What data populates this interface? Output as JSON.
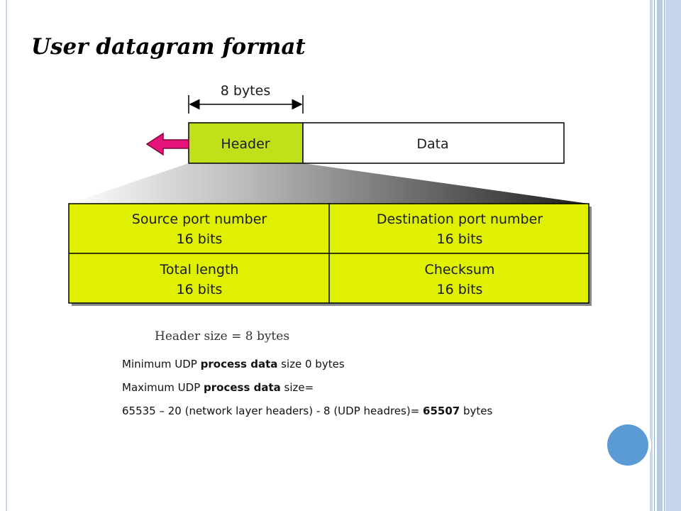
{
  "title": "User datagram format",
  "diagram": {
    "span_label": "8 bytes",
    "header_label": "Header",
    "data_label": "Data",
    "colors": {
      "field_fill": "#dff000",
      "header_fill": "#c0e01a",
      "arrow": "#e5137a"
    },
    "fields": [
      {
        "name": "Source port number",
        "size": "16 bits"
      },
      {
        "name": "Destination port number",
        "size": "16 bits"
      },
      {
        "name": "Total length",
        "size": "16 bits"
      },
      {
        "name": "Checksum",
        "size": "16 bits"
      }
    ]
  },
  "caption": "Header size = 8 bytes",
  "notes": {
    "line1_pre": "Minimum UDP ",
    "line1_bold": "process data",
    "line1_post": " size 0 bytes",
    "line2_pre": "Maximum UDP ",
    "line2_bold": "process data",
    "line2_post": " size=",
    "line3_pre": "65535 – 20 (network layer headers) - 8 (UDP headres)= ",
    "line3_bold": "65507",
    "line3_post": " bytes"
  }
}
